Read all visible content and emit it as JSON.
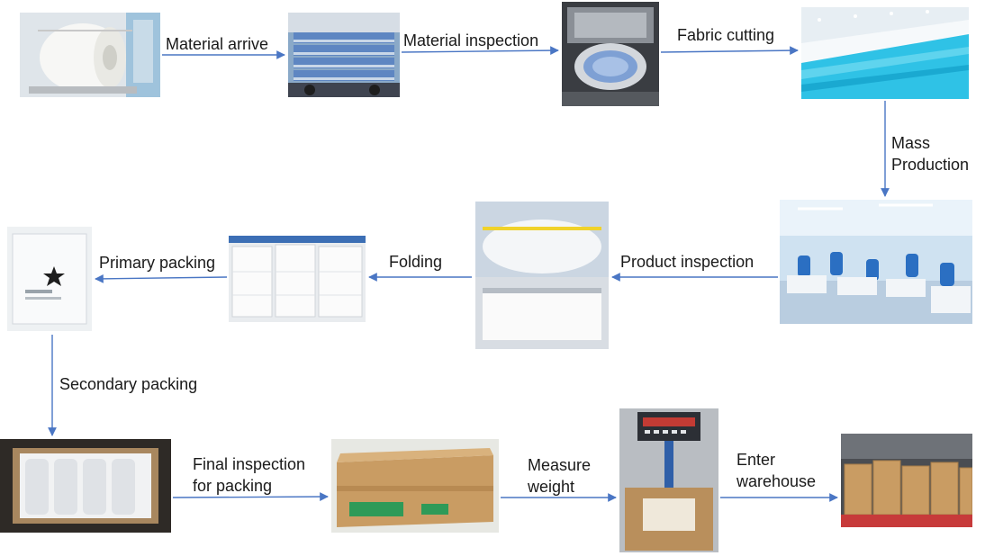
{
  "steps": {
    "material_arrive": "Material arrive",
    "material_inspection": "Material inspection",
    "fabric_cutting": "Fabric cutting",
    "mass_production_1": "Mass",
    "mass_production_2": "Production",
    "product_inspection": "Product inspection",
    "folding": "Folding",
    "primary_packing": "Primary packing",
    "secondary_packing": "Secondary packing",
    "final_inspection_1": "Final inspection",
    "final_inspection_2": "for packing",
    "measure_weight_1": "Measure",
    "measure_weight_2": "weight",
    "enter_warehouse_1": "Enter",
    "enter_warehouse_2": "warehouse"
  },
  "colors": {
    "arrow": "#4a76c4",
    "text": "#1a1a1a",
    "background": "#ffffff"
  }
}
